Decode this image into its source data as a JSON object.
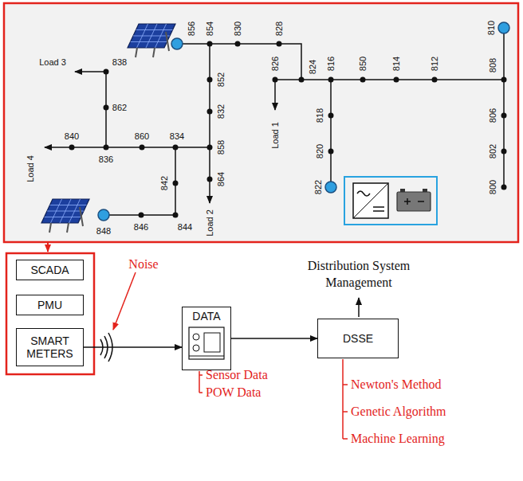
{
  "diagram": {
    "nodes": [
      {
        "text": [
          "SCADA"
        ]
      },
      {
        "text": [
          "PMU"
        ]
      },
      {
        "text": [
          "SMART METERS"
        ]
      },
      {
        "text": [
          "DATA"
        ]
      },
      {
        "text": [
          "DSSE"
        ]
      }
    ],
    "edges": [
      {
        "from": 2,
        "to": 3,
        "arrow": "to"
      },
      {
        "from": 3,
        "to": 4,
        "arrow": "to"
      }
    ],
    "labels": [
      "856",
      "854",
      "830",
      "828",
      "810",
      "838",
      "Load 3",
      "824",
      "816",
      "850",
      "814",
      "812",
      "808",
      "852",
      "826",
      "862",
      "832",
      "Load 1",
      "818",
      "806",
      "840",
      "836",
      "860",
      "834",
      "858",
      "Load 4",
      "802",
      "820",
      "864",
      "842",
      "800",
      "822",
      "848",
      "846",
      "844",
      "Load 2",
      "Noise",
      "Distribution System Management",
      "Sensor Data",
      "POW Data",
      "Newton's Method",
      "Genetic Algorithm",
      "Machine Learning"
    ]
  }
}
